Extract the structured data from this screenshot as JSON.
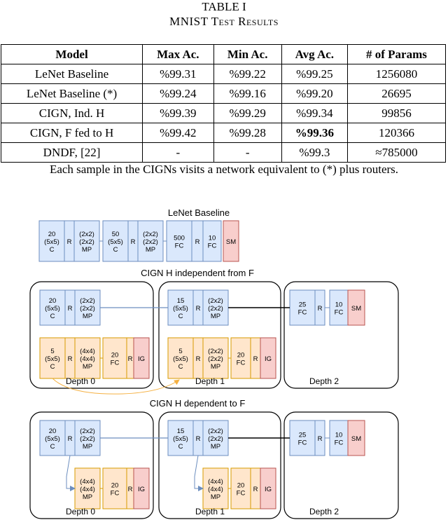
{
  "table": {
    "label": "TABLE I",
    "title": "MNIST Test Results",
    "headers": [
      "Model",
      "Max Ac.",
      "Min Ac.",
      "Avg Ac.",
      "# of Params"
    ],
    "rows": [
      [
        "LeNet Baseline",
        "%99.31",
        "%99.22",
        "%99.25",
        "1256080"
      ],
      [
        "LeNet Baseline (*)",
        "%99.24",
        "%99.16",
        "%99.20",
        "26695"
      ],
      [
        "CIGN, Ind. H",
        "%99.39",
        "%99.29",
        "%99.34",
        "99856"
      ],
      [
        "CIGN, F fed to H",
        "%99.42",
        "%99.28",
        "%99.36",
        "120366"
      ],
      [
        "DNDF, [22]",
        "-",
        "-",
        "%99.3",
        "≈785000"
      ]
    ],
    "note": "Each sample in the CIGNs visits a network equivalent to (*) plus routers."
  },
  "figure": {
    "baseline_title": "LeNet Baseline",
    "baseline_blocks": [
      [
        "20",
        "(5x5)",
        "C"
      ],
      [
        "R"
      ],
      [
        "(2x2)",
        "(2x2)",
        "MP"
      ],
      [
        "50",
        "(5x5)",
        "C"
      ],
      [
        "R"
      ],
      [
        "(2x2)",
        "(2x2)",
        "MP"
      ],
      [
        "500",
        "FC"
      ],
      [
        "R"
      ],
      [
        "10",
        "FC"
      ],
      [
        "SM"
      ]
    ],
    "section1_title": "CIGN H independent from F",
    "section2_title": "CIGN H dependent to F",
    "depth_labels": [
      "Depth 0",
      "Depth 1",
      "Depth 2"
    ],
    "colors": {
      "blue_fill": "#dae8fc",
      "blue_stroke": "#6c8ebf",
      "orange_fill": "#ffe6cc",
      "orange_stroke": "#d79b00",
      "red_fill": "#f8cecc",
      "red_stroke": "#b85450"
    }
  }
}
